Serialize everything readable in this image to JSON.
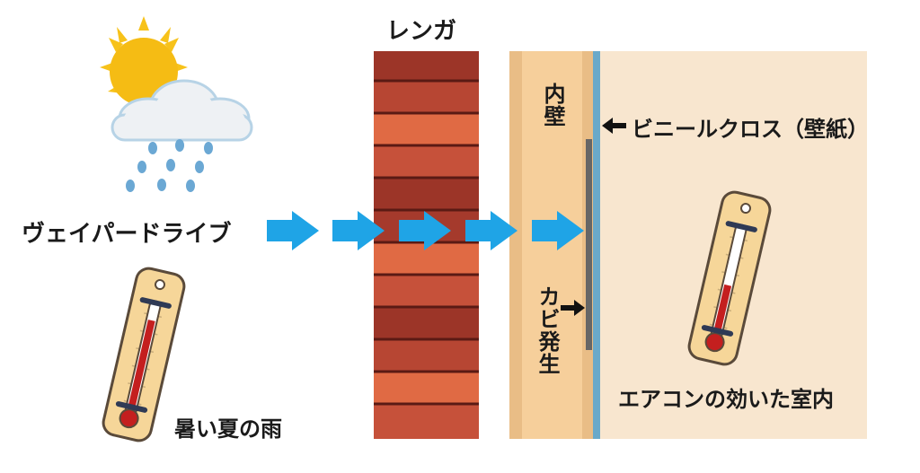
{
  "labels": {
    "brick": "レンガ",
    "inner_wall": "内壁",
    "vinyl_cloth": "ビニールクロス（壁紙）",
    "mold": "カビ発生",
    "vapor_drive": "ヴェイパードライブ",
    "outdoor": "暑い夏の雨",
    "indoor": "エアコンの効いた室内"
  },
  "colors": {
    "brick_dark": "#9c3528",
    "brick_light": "#e06a44",
    "mortar": "#5a1a14",
    "inner_wall": "#f6cf9b",
    "inner_wall_edge": "#e0b787",
    "room": "#f8e6cf",
    "wallpaper": "#6aa9c9",
    "mold": "#666666",
    "arrow": "#1fa4e6",
    "thermometer_red": "#c41f1f"
  },
  "icons": [
    "sun-cloud-rain-icon",
    "thermometer-hot-icon",
    "thermometer-cool-icon",
    "arrow-right-icon",
    "arrow-left-icon"
  ]
}
